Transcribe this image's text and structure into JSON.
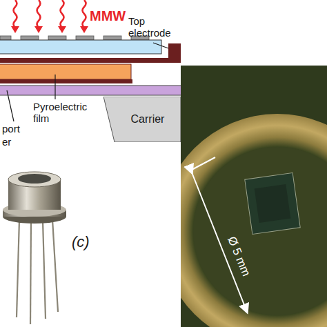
{
  "diagram": {
    "nodes": [
      {
        "text": [
          "Carrier"
        ]
      }
    ],
    "labels": [
      "MMW",
      "Top electrode",
      "Pyroelectric film",
      "port",
      "er",
      "(c)",
      "Ø 5 mm"
    ]
  }
}
